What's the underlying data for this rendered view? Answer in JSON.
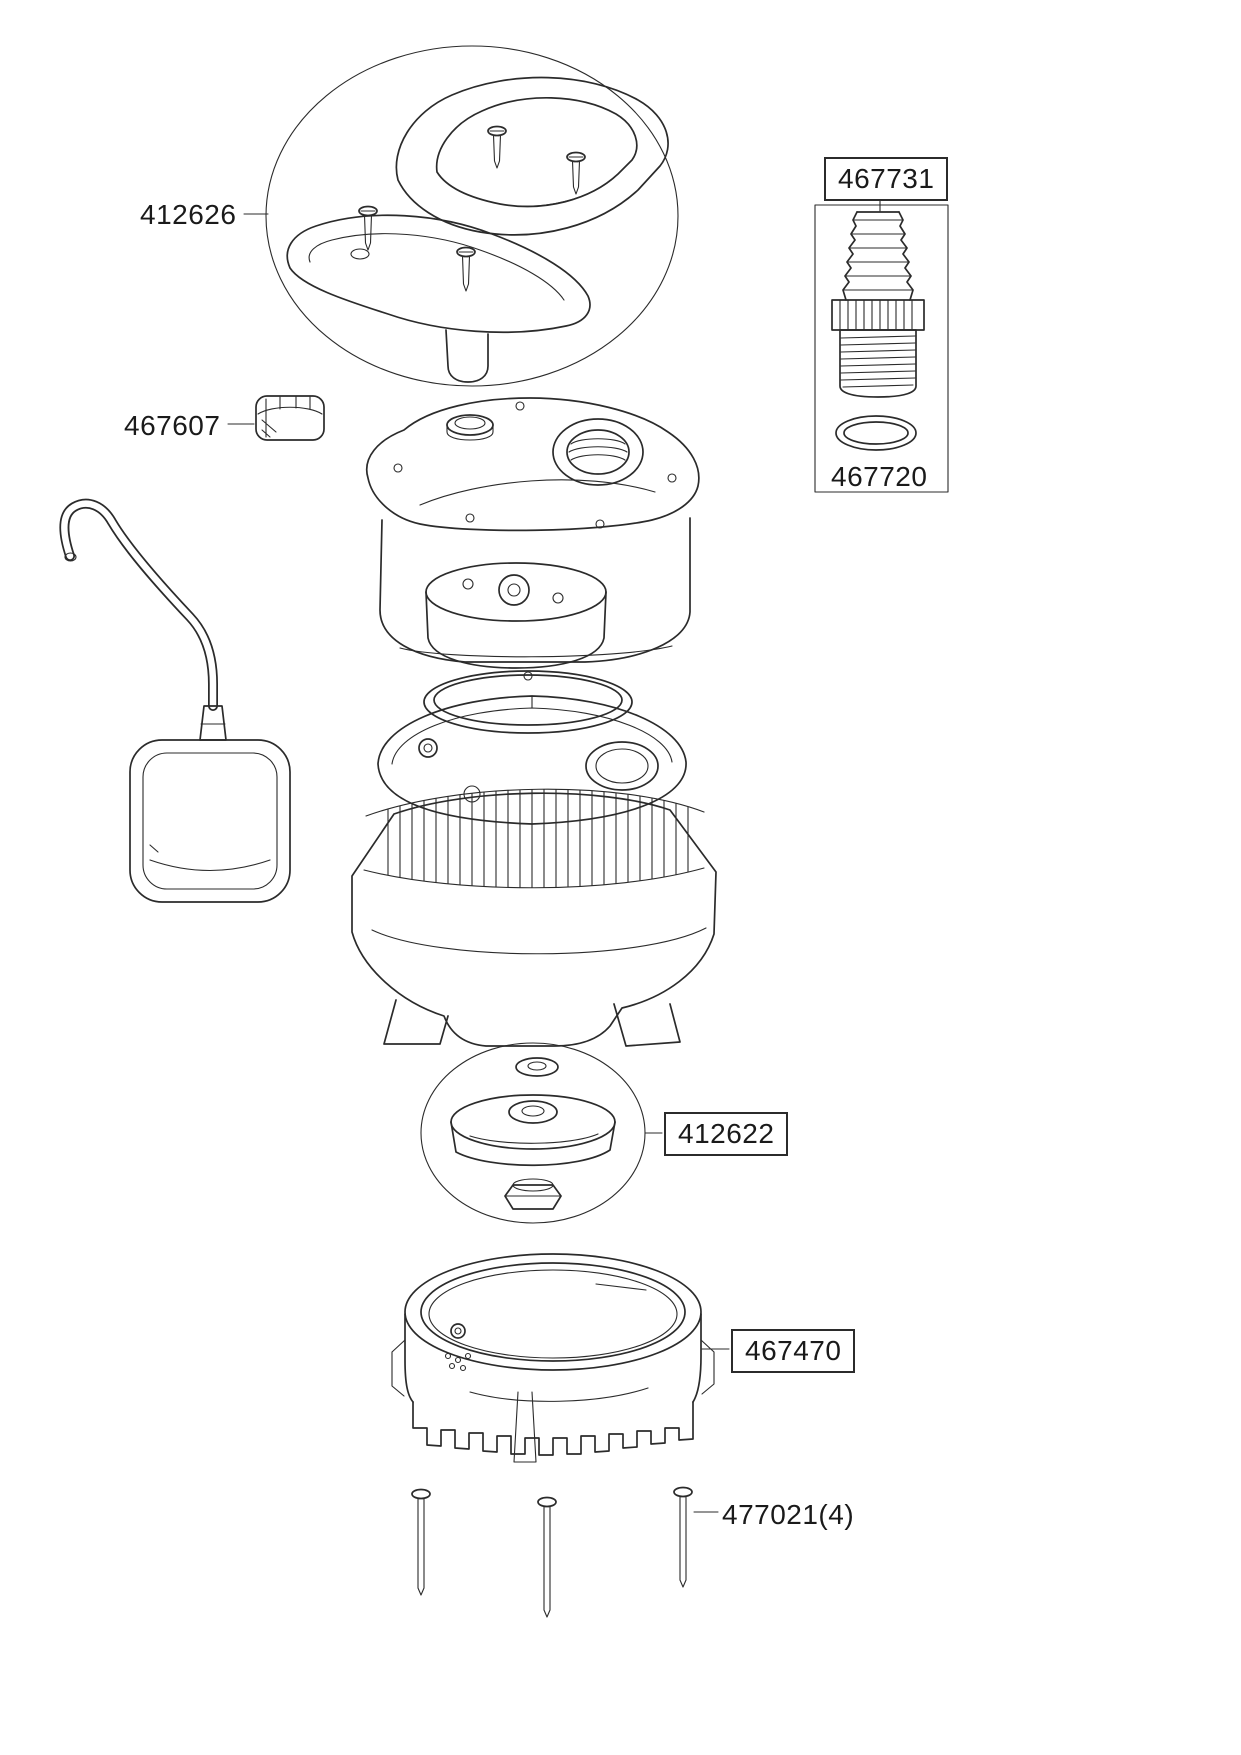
{
  "labels": {
    "handle_assembly": "412626",
    "cable_clip": "467607",
    "hose_connector": "467731",
    "o_ring": "467720",
    "impeller": "412622",
    "pump_base": "467470",
    "base_screws": "477021(4)"
  },
  "colors": {
    "line": "#2b2b2b",
    "background": "#ffffff"
  }
}
